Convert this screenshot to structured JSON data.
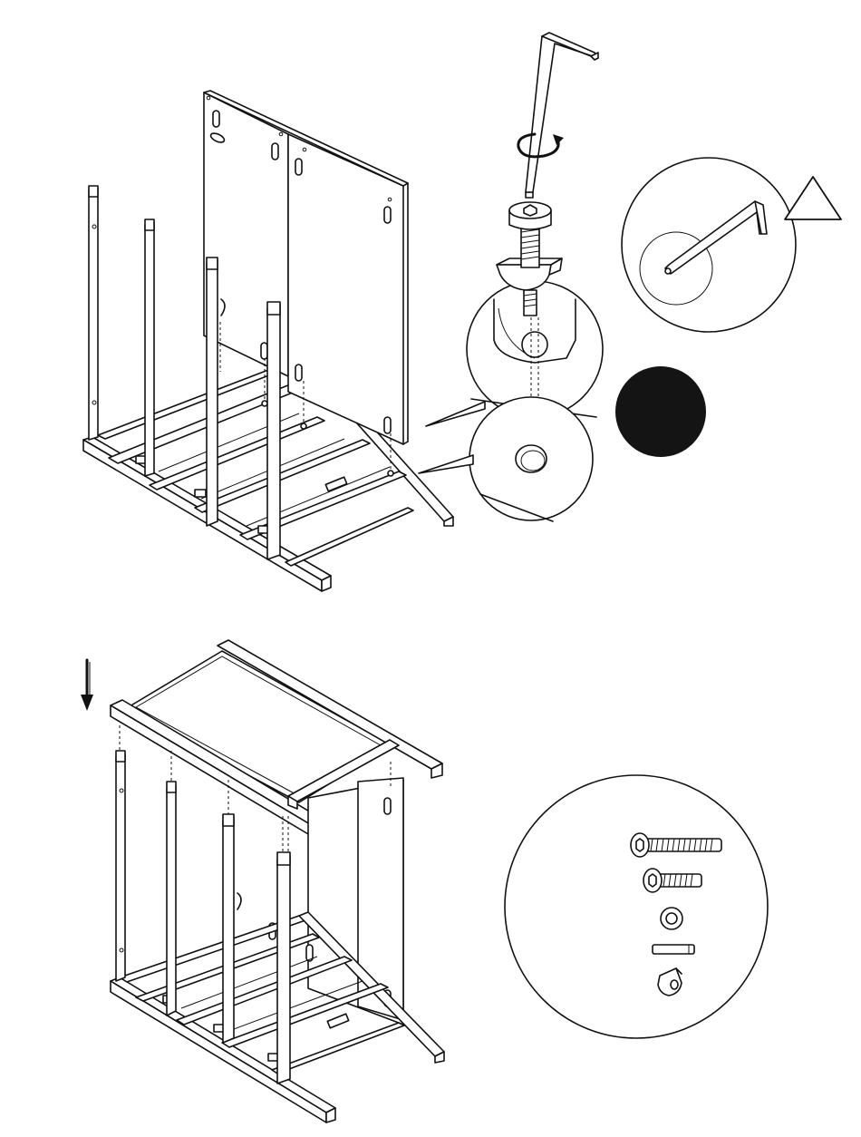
{
  "colors": {
    "line": "#111111",
    "background": "#ffffff",
    "badge": "#141414"
  },
  "icons": {
    "rotation": "clockwise-rotation-arrow-icon",
    "caution": "warning-triangle-icon",
    "step_badge": "filled-circle-icon",
    "direction": "down-arrow-icon"
  },
  "hardware_parts": [
    "long-bolt",
    "short-bolt",
    "washer",
    "dowel",
    "barrel-nut"
  ]
}
